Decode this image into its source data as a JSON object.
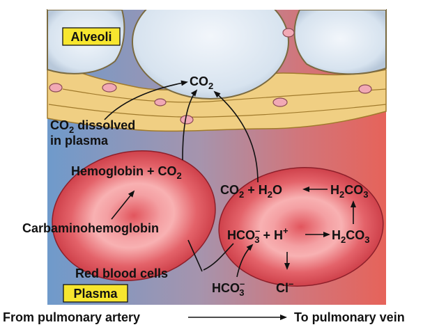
{
  "labels": {
    "alveoli": "Alveoli",
    "plasma": "Plasma",
    "co2_top": {
      "main": "CO",
      "sub": "2"
    },
    "dissolved_line1": {
      "main": "CO",
      "sub": "2",
      "rest": " dissolved"
    },
    "dissolved_line2": "in plasma",
    "hemoglobin": {
      "main": "Hemoglobin + CO",
      "sub": "2"
    },
    "carbamino": "Carbaminohemoglobin",
    "rbc": "Red blood cells",
    "eq_co2_h2o": {
      "a": "CO",
      "a_sub": "2",
      "b": " + H",
      "b_sub": "2",
      "c": "O"
    },
    "eq_h2co3_top": {
      "a": "H",
      "a_sub": "2",
      "b": "CO",
      "b_sub": "3"
    },
    "eq_hco3_h": {
      "a": "HCO",
      "a_sup": "–",
      "a_sub": "3",
      "b": " + H",
      "b_sup": "+"
    },
    "eq_h2co3_bottom": {
      "a": "H",
      "a_sub": "2",
      "b": "CO",
      "b_sub": "3"
    },
    "hco3_out": {
      "a": "HCO",
      "a_sup": "–",
      "a_sub": "3"
    },
    "cl_in": {
      "a": "Cl",
      "a_sup": "–"
    },
    "from_artery": "From pulmonary artery",
    "to_vein": "To pulmonary vein"
  },
  "colors": {
    "plasma_left": "#7ba1cf",
    "plasma_mid": "#a990ab",
    "plasma_right": "#e2665c",
    "alveolus_fill": "#dfe9f3",
    "tissue": "#f1d28a",
    "label_box": "#f7e62f",
    "rbc_outer": "#d8434c",
    "rbc_inner": "#f6a2a4"
  }
}
